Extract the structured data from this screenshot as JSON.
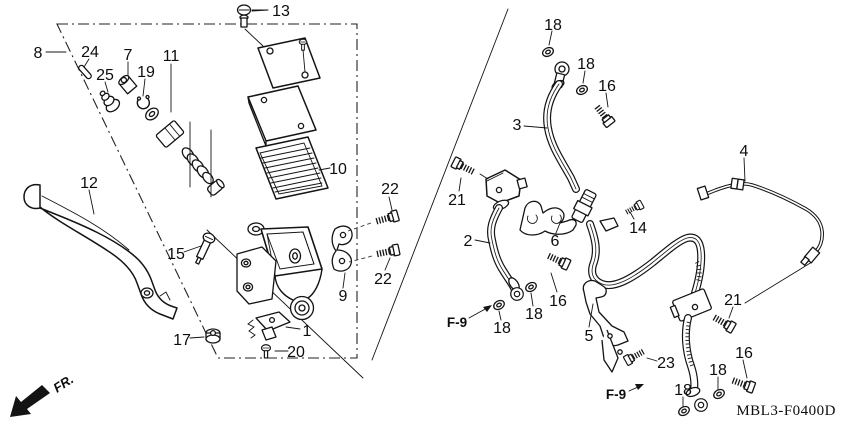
{
  "figure": {
    "code_label": "MBL3-F0400D",
    "front_label": "FR.",
    "refs": {
      "left": "F-9",
      "right": "F-9"
    },
    "callouts": {
      "c1": "1",
      "c2": "2",
      "c3": "3",
      "c4": "4",
      "c5": "5",
      "c6": "6",
      "c7": "7",
      "c8": "8",
      "c9": "9",
      "c10": "10",
      "c11": "11",
      "c12": "12",
      "c13": "13",
      "c14": "14",
      "c15": "15",
      "c16a": "16",
      "c16b": "16",
      "c16c": "16",
      "c17": "17",
      "c18a": "18",
      "c18b": "18",
      "c18c": "18",
      "c18d": "18",
      "c18e": "18",
      "c18f": "18",
      "c19": "19",
      "c20": "20",
      "c21a": "21",
      "c21b": "21",
      "c22a": "22",
      "c22b": "22",
      "c23": "23",
      "c24": "24",
      "c25": "25"
    }
  }
}
